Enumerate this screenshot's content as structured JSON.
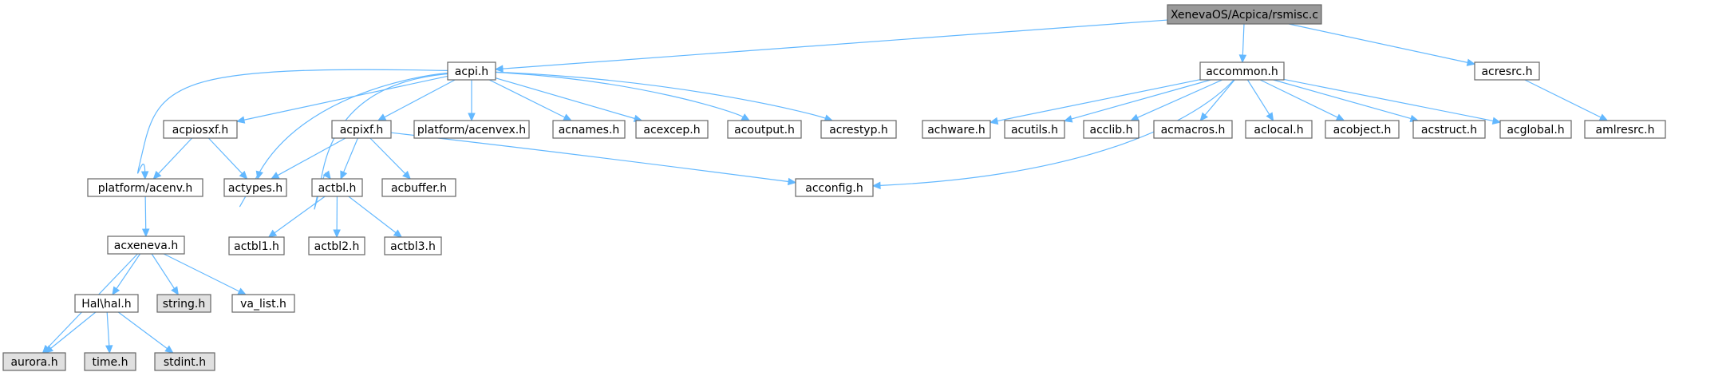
{
  "graph": {
    "colors": {
      "root_fill": "#999999",
      "local_fill": "#ffffff",
      "system_fill": "#e0e0e0",
      "border": "#666666",
      "edge": "#63b8ff"
    },
    "nodes": [
      {
        "id": "root",
        "label": "XenevaOS/Acpica/rsmisc.c",
        "kind": "root"
      },
      {
        "id": "acpi",
        "label": "acpi.h",
        "kind": "local"
      },
      {
        "id": "accommon",
        "label": "accommon.h",
        "kind": "local"
      },
      {
        "id": "acresrc",
        "label": "acresrc.h",
        "kind": "local"
      },
      {
        "id": "acpiosxf",
        "label": "acpiosxf.h",
        "kind": "local"
      },
      {
        "id": "acpixf",
        "label": "acpixf.h",
        "kind": "local"
      },
      {
        "id": "acenvex",
        "label": "platform/acenvex.h",
        "kind": "local"
      },
      {
        "id": "acnames",
        "label": "acnames.h",
        "kind": "local"
      },
      {
        "id": "acexcep",
        "label": "acexcep.h",
        "kind": "local"
      },
      {
        "id": "acoutput",
        "label": "acoutput.h",
        "kind": "local"
      },
      {
        "id": "acrestyp",
        "label": "acrestyp.h",
        "kind": "local"
      },
      {
        "id": "achware",
        "label": "achware.h",
        "kind": "local"
      },
      {
        "id": "acutils",
        "label": "acutils.h",
        "kind": "local"
      },
      {
        "id": "acclib",
        "label": "acclib.h",
        "kind": "local"
      },
      {
        "id": "acmacros",
        "label": "acmacros.h",
        "kind": "local"
      },
      {
        "id": "aclocal",
        "label": "aclocal.h",
        "kind": "local"
      },
      {
        "id": "acobject",
        "label": "acobject.h",
        "kind": "local"
      },
      {
        "id": "acstruct",
        "label": "acstruct.h",
        "kind": "local"
      },
      {
        "id": "acglobal",
        "label": "acglobal.h",
        "kind": "local"
      },
      {
        "id": "amlresrc",
        "label": "amlresrc.h",
        "kind": "local"
      },
      {
        "id": "acenv",
        "label": "platform/acenv.h",
        "kind": "local"
      },
      {
        "id": "actypes",
        "label": "actypes.h",
        "kind": "local"
      },
      {
        "id": "actbl",
        "label": "actbl.h",
        "kind": "local"
      },
      {
        "id": "acbuffer",
        "label": "acbuffer.h",
        "kind": "local"
      },
      {
        "id": "acconfig",
        "label": "acconfig.h",
        "kind": "local"
      },
      {
        "id": "acxeneva",
        "label": "acxeneva.h",
        "kind": "local"
      },
      {
        "id": "actbl1",
        "label": "actbl1.h",
        "kind": "local"
      },
      {
        "id": "actbl2",
        "label": "actbl2.h",
        "kind": "local"
      },
      {
        "id": "actbl3",
        "label": "actbl3.h",
        "kind": "local"
      },
      {
        "id": "halh",
        "label": "Hal\\hal.h",
        "kind": "local"
      },
      {
        "id": "stringh",
        "label": "string.h",
        "kind": "system"
      },
      {
        "id": "valisth",
        "label": "va_list.h",
        "kind": "local"
      },
      {
        "id": "aurorah",
        "label": "aurora.h",
        "kind": "system"
      },
      {
        "id": "timeh",
        "label": "time.h",
        "kind": "system"
      },
      {
        "id": "stdinth",
        "label": "stdint.h",
        "kind": "system"
      }
    ],
    "edges": [
      [
        "root",
        "acpi"
      ],
      [
        "root",
        "accommon"
      ],
      [
        "root",
        "acresrc"
      ],
      [
        "acpi",
        "acenv"
      ],
      [
        "acpi",
        "acpiosxf"
      ],
      [
        "acpi",
        "actypes"
      ],
      [
        "acpi",
        "actbl"
      ],
      [
        "acpi",
        "acpixf"
      ],
      [
        "acpi",
        "acenvex"
      ],
      [
        "acpi",
        "acnames"
      ],
      [
        "acpi",
        "acexcep"
      ],
      [
        "acpi",
        "acoutput"
      ],
      [
        "acpi",
        "acrestyp"
      ],
      [
        "accommon",
        "achware"
      ],
      [
        "accommon",
        "acutils"
      ],
      [
        "accommon",
        "acclib"
      ],
      [
        "accommon",
        "acmacros"
      ],
      [
        "accommon",
        "aclocal"
      ],
      [
        "accommon",
        "acobject"
      ],
      [
        "accommon",
        "acstruct"
      ],
      [
        "accommon",
        "acglobal"
      ],
      [
        "accommon",
        "acconfig"
      ],
      [
        "acresrc",
        "amlresrc"
      ],
      [
        "acpiosxf",
        "acenv"
      ],
      [
        "acpiosxf",
        "actypes"
      ],
      [
        "acpixf",
        "actypes"
      ],
      [
        "acpixf",
        "actbl"
      ],
      [
        "acpixf",
        "acbuffer"
      ],
      [
        "acpixf",
        "acconfig"
      ],
      [
        "acenv",
        "acxeneva"
      ],
      [
        "actbl",
        "actbl1"
      ],
      [
        "actbl",
        "actbl2"
      ],
      [
        "actbl",
        "actbl3"
      ],
      [
        "acxeneva",
        "aurorah"
      ],
      [
        "acxeneva",
        "halh"
      ],
      [
        "acxeneva",
        "stringh"
      ],
      [
        "acxeneva",
        "valisth"
      ],
      [
        "halh",
        "aurorah"
      ],
      [
        "halh",
        "timeh"
      ],
      [
        "halh",
        "stdinth"
      ]
    ]
  }
}
